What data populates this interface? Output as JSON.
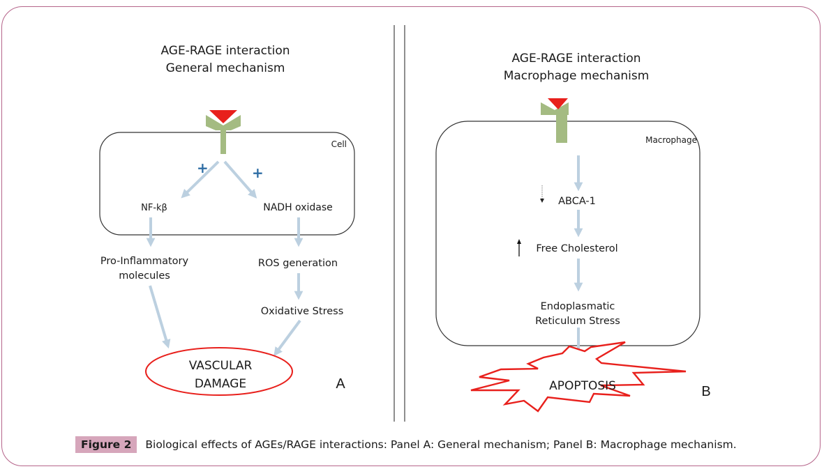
{
  "figure": {
    "label": "Figure 2",
    "caption": "Biological effects of AGEs/RAGE interactions: Panel A: General mechanism; Panel B: Macrophage mechanism."
  },
  "panel_a": {
    "title_line1": "AGE-RAGE interaction",
    "title_line2": "General mechanism",
    "cell_label": "Cell",
    "plus_left": "+",
    "plus_right": "+",
    "nfkb": "NF-kβ",
    "nadh": "NADH  oxidase",
    "pro_inflammatory_line1": "Pro-Inflammatory",
    "pro_inflammatory_line2": "molecules",
    "ros": "ROS generation",
    "oxidative": "Oxidative Stress",
    "outcome_line1": "VASCULAR",
    "outcome_line2": "DAMAGE",
    "panel_letter": "A"
  },
  "panel_b": {
    "title_line1": "AGE-RAGE interaction",
    "title_line2": "Macrophage mechanism",
    "cell_label": "Macrophage",
    "abca": "ABCA-1",
    "abca_direction": "decrease",
    "cholesterol": "Free Cholesterol",
    "cholesterol_direction": "increase",
    "er_line1": "Endoplasmatic",
    "er_line2": "Reticulum Stress",
    "outcome": "APOPTOSIS",
    "panel_letter": "B"
  },
  "colors": {
    "frame": "#b5648a",
    "caption_label_bg": "#d6a6bb",
    "receptor": "#a4bb82",
    "ligand": "#e8201c",
    "arrow": "#bcd0e0",
    "plus": "#2e6da4",
    "outcome_outline": "#e8201c"
  }
}
